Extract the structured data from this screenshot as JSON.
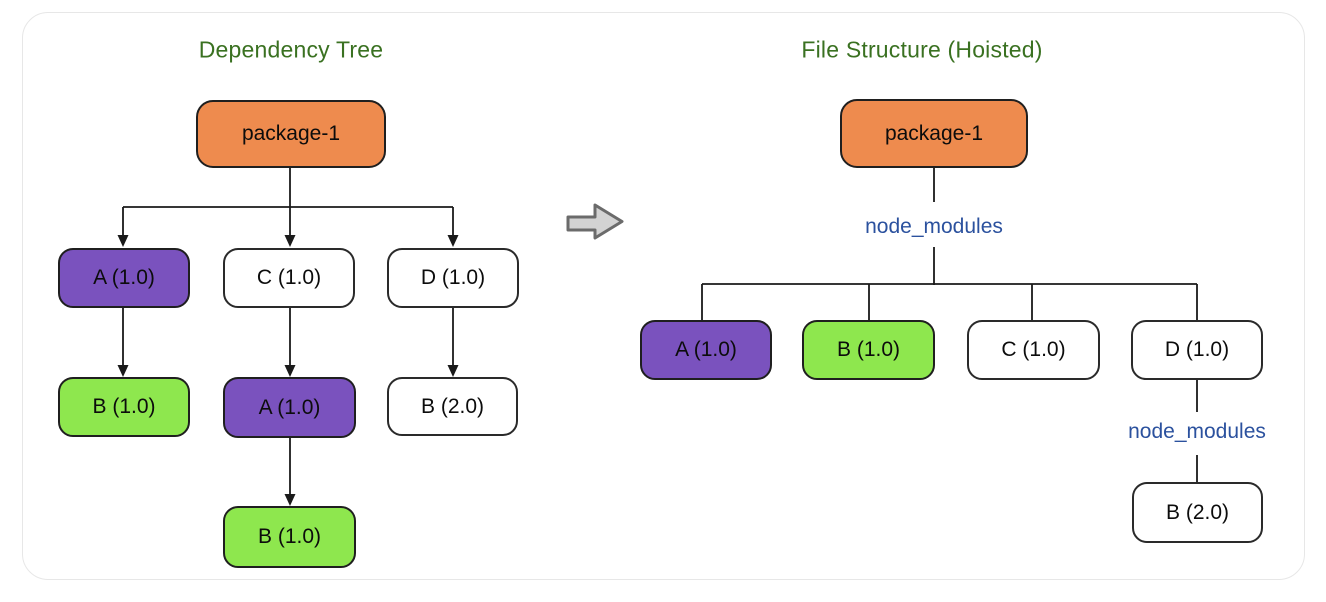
{
  "left_tree": {
    "title": "Dependency Tree",
    "nodes": {
      "root": "package-1",
      "a": "A (1.0)",
      "c": "C (1.0)",
      "d": "D (1.0)",
      "b_under_a": "B (1.0)",
      "a_under_c": "A (1.0)",
      "b_under_d": "B (2.0)",
      "b_under_a_under_c": "B (1.0)"
    }
  },
  "right_tree": {
    "title": "File Structure (Hoisted)",
    "node_modules_top": "node_modules",
    "node_modules_nested": "node_modules",
    "nodes": {
      "root": "package-1",
      "a": "A (1.0)",
      "b": "B (1.0)",
      "c": "C (1.0)",
      "d": "D (1.0)",
      "b_nested": "B (2.0)"
    }
  },
  "icons": {
    "transform_arrow": "right-block-arrow"
  },
  "colors": {
    "root_fill": "#ee8b4e",
    "package_a_fill": "#7a52be",
    "package_b_fill": "#8ee74e",
    "plain_node_fill": "#ffffff",
    "node_border": "#1f1f1f",
    "title_text": "#3a7121",
    "node_modules_text": "#2b519e",
    "edge_line": "#1a1a1a",
    "transform_arrow_fill": "#d3d3d3",
    "transform_arrow_border": "#6b6b6b",
    "frame_border": "#e7e7e7"
  }
}
